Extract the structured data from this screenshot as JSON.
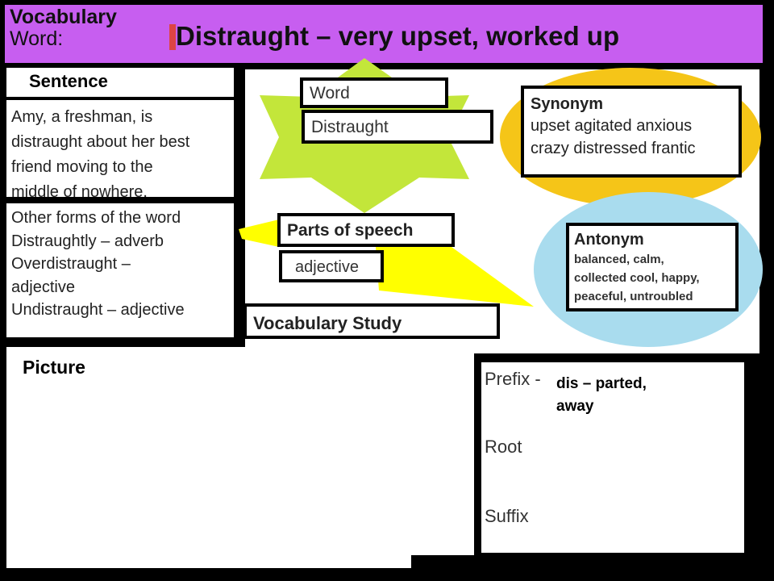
{
  "header": {
    "label_line1": "Vocabulary",
    "label_line2": "Word:",
    "word_definition": "Distraught – very upset, worked up"
  },
  "sentence": {
    "heading": "Sentence",
    "lines": [
      "Amy,  a freshman, is",
      "distraught about her best",
      "friend moving to the",
      "middle of nowhere."
    ]
  },
  "other_forms": {
    "lines": [
      "Other forms of the word",
      "Distraughtly – adverb",
      "Overdistraught –",
      "adjective",
      "Undistraught – adjective"
    ]
  },
  "word_box": {
    "label": "Word",
    "value": "Distraught"
  },
  "synonym": {
    "title": "Synonym",
    "rows": [
      "upset  agitated anxious",
      "crazy   distressed frantic"
    ]
  },
  "parts_of_speech": {
    "label": "Parts of speech",
    "value": "adjective"
  },
  "antonym": {
    "title": "Antonym",
    "lines": [
      "balanced, calm,",
      "collected cool, happy,",
      "peaceful, untroubled"
    ]
  },
  "study": {
    "label": "Vocabulary Study"
  },
  "picture": {
    "label": "Picture"
  },
  "word_parts": {
    "prefix_label": "Prefix -",
    "prefix_def_line1": "dis – parted,",
    "prefix_def_line2": "away",
    "root_label": "Root",
    "suffix_label": "Suffix"
  },
  "colors": {
    "header": "#c75ef0",
    "star": "#c3e63a",
    "synonym_oval": "#f5c518",
    "antonym_oval": "#a9dcee",
    "beam": "#ffff00"
  }
}
